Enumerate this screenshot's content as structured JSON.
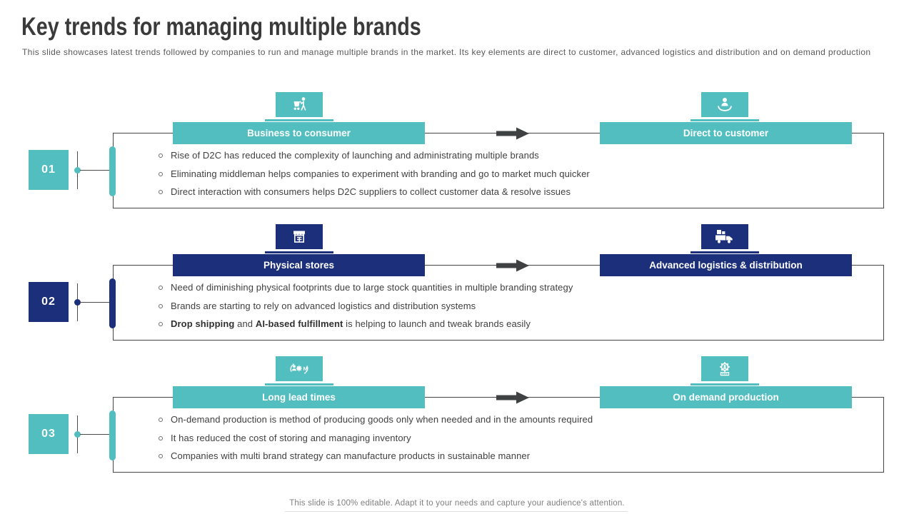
{
  "slide": {
    "title": "Key trends for managing multiple brands",
    "subtitle": "This slide showcases latest trends followed by companies to run and manage multiple brands in the market. Its key elements are direct to customer, advanced logistics and distribution and on demand production",
    "footer": "This slide is 100% editable. Adapt it to your needs and capture your audience's attention."
  },
  "colors": {
    "teal_accent": "#53bec0",
    "navy_accent": "#1b2f7b",
    "arrow_gray": "#3f4242",
    "body_text": "#3f3f3f",
    "muted_text": "#7f7f7f"
  },
  "rows": [
    {
      "number": "01",
      "accent": "#53bec0",
      "left_icon": "consumer-shopping-cart-icon",
      "right_icon": "hand-holding-customer-icon",
      "left_label": "Business to consumer",
      "right_label": "Direct to customer",
      "bullets": [
        "Rise of D2C has reduced the complexity of launching and administrating multiple brands",
        "Eliminating middleman helps companies to experiment with branding and go to market much quicker",
        "Direct interaction with consumers helps D2C suppliers to collect customer data & resolve issues"
      ]
    },
    {
      "number": "02",
      "accent": "#1b2f7b",
      "left_icon": "storefront-icon",
      "right_icon": "delivery-truck-icon",
      "left_label": "Physical stores",
      "right_label": "Advanced logistics & distribution",
      "bullets": [
        "Need of diminishing physical footprints due to large stock quantities in multiple branding strategy",
        "Brands are starting to rely on advanced logistics and distribution systems"
      ],
      "bullet3": {
        "bold1": "Drop shipping",
        "mid": " and ",
        "bold2": "AI-based fulfillment",
        "rest": " is helping to launch and tweak brands easily"
      }
    },
    {
      "number": "03",
      "accent": "#53bec0",
      "left_icon": "team-process-gear-icon",
      "right_icon": "production-gear-icon",
      "left_label": "Long lead times",
      "right_label": "On demand production",
      "bullets": [
        "On-demand production is method of producing goods only when needed and in the amounts required",
        "It has reduced the cost of storing and managing inventory",
        "Companies with multi brand strategy can manufacture products in sustainable manner"
      ]
    }
  ]
}
